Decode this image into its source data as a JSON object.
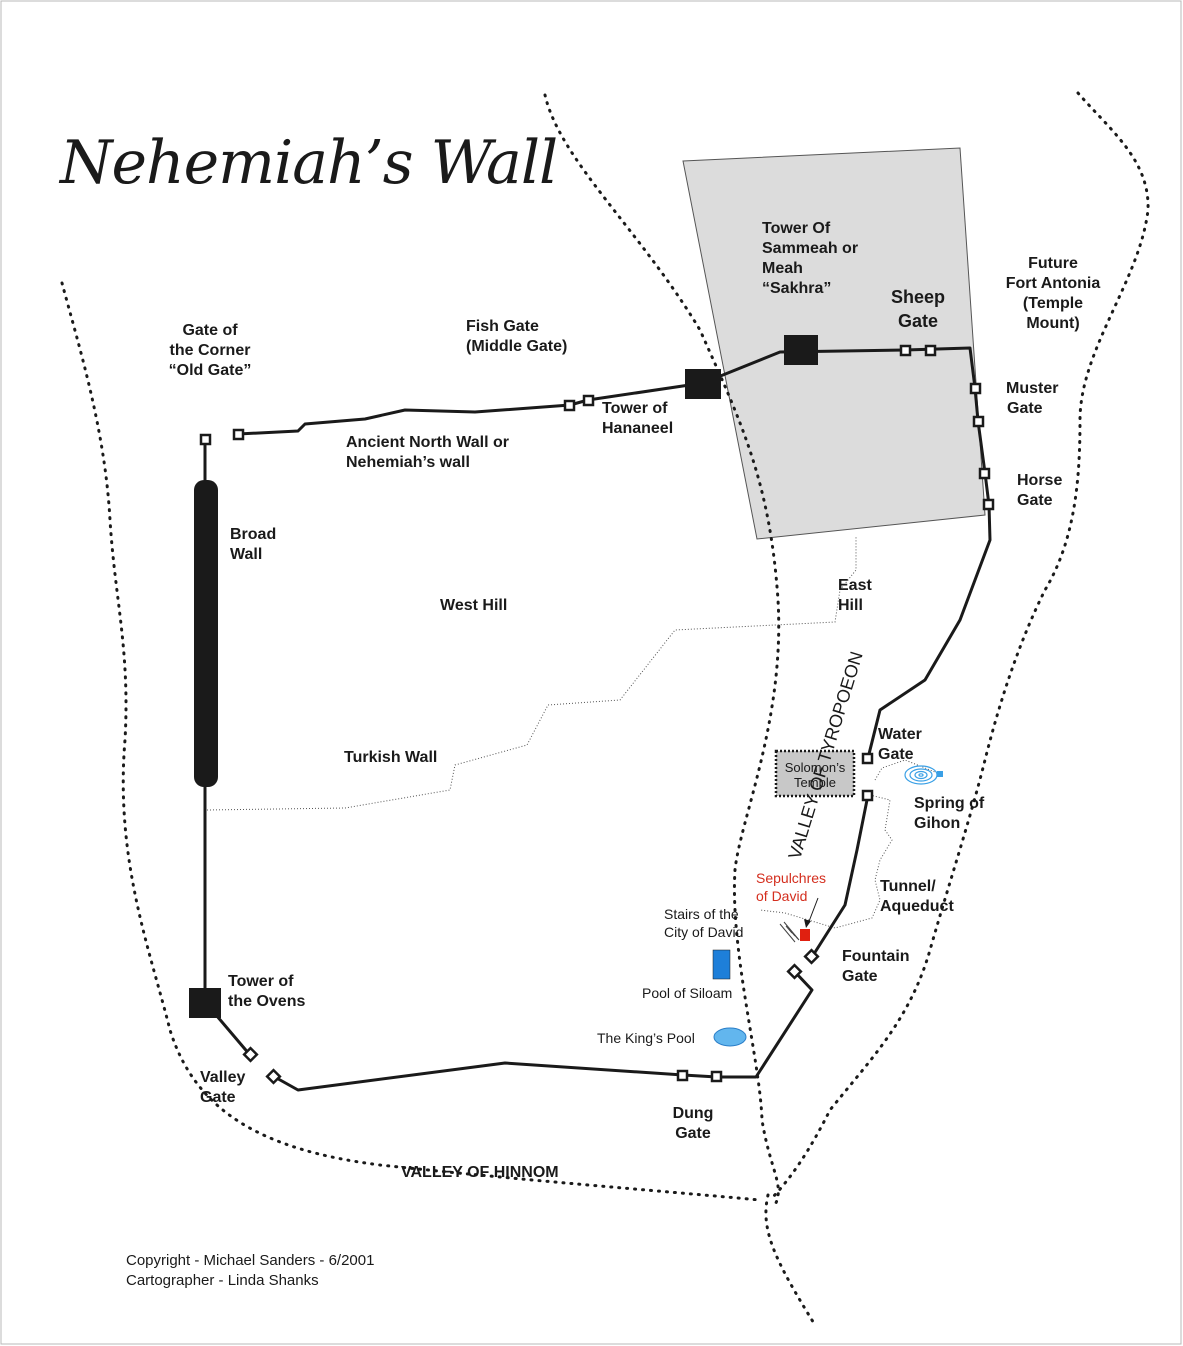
{
  "map": {
    "title": "Nehemiah’s Wall",
    "colors": {
      "wall": "#1a1a1a",
      "temple_mount_fill": "#dcdcdc",
      "water": "#3aa0e6",
      "pool_of_siloam": "#1e7fd9",
      "sepulchre": "#e02010",
      "sepulchre_text": "#d42e1e",
      "solomon_temple_fill": "#c8c8c8"
    },
    "labels": {
      "gate_corner": [
        "Gate of",
        "the Corner",
        "“Old Gate”"
      ],
      "fish_gate": [
        "Fish Gate",
        "(Middle Gate)"
      ],
      "tower_sammeah": [
        "Tower Of",
        "Sammeah or",
        "Meah",
        "“Sakhra”"
      ],
      "sheep_gate": [
        "Sheep",
        "Gate"
      ],
      "future_fort": [
        "Future",
        "Fort Antonia",
        "(Temple",
        "Mount)"
      ],
      "tower_hananeel": [
        "Tower of",
        "Hananeel"
      ],
      "ancient_wall": [
        "Ancient North Wall or",
        "Nehemiah’s wall"
      ],
      "muster_gate": [
        "Muster",
        "Gate"
      ],
      "horse_gate": [
        "Horse",
        "Gate"
      ],
      "broad_wall": [
        "Broad",
        "Wall"
      ],
      "west_hill": "West Hill",
      "east_hill": [
        "East",
        "Hill"
      ],
      "valley_tyropoeon": "VALLEY OF TYROPOEON",
      "turkish_wall": "Turkish Wall",
      "water_gate": [
        "Water",
        "Gate"
      ],
      "solomons_temple": [
        "Solomon’s",
        "Temple"
      ],
      "spring_gihon": [
        "Spring of",
        "Gihon"
      ],
      "sepulchres": [
        "Sepulchres",
        "of David"
      ],
      "tunnel": [
        "Tunnel/",
        "Aqueduct"
      ],
      "stairs": [
        "Stairs of the",
        "City of David"
      ],
      "fountain_gate": [
        "Fountain",
        "Gate"
      ],
      "tower_ovens": [
        "Tower of",
        "the Ovens"
      ],
      "pool_siloam": "Pool of Siloam",
      "kings_pool": "The King’s Pool",
      "valley_gate": [
        "Valley",
        "Gate"
      ],
      "dung_gate": [
        "Dung",
        "Gate"
      ],
      "valley_hinnom": "VALLEY OF HINNOM"
    },
    "credits": {
      "copyright": "Copyright - Michael Sanders - 6/2001",
      "cartographer": "Cartographer - Linda Shanks"
    }
  }
}
